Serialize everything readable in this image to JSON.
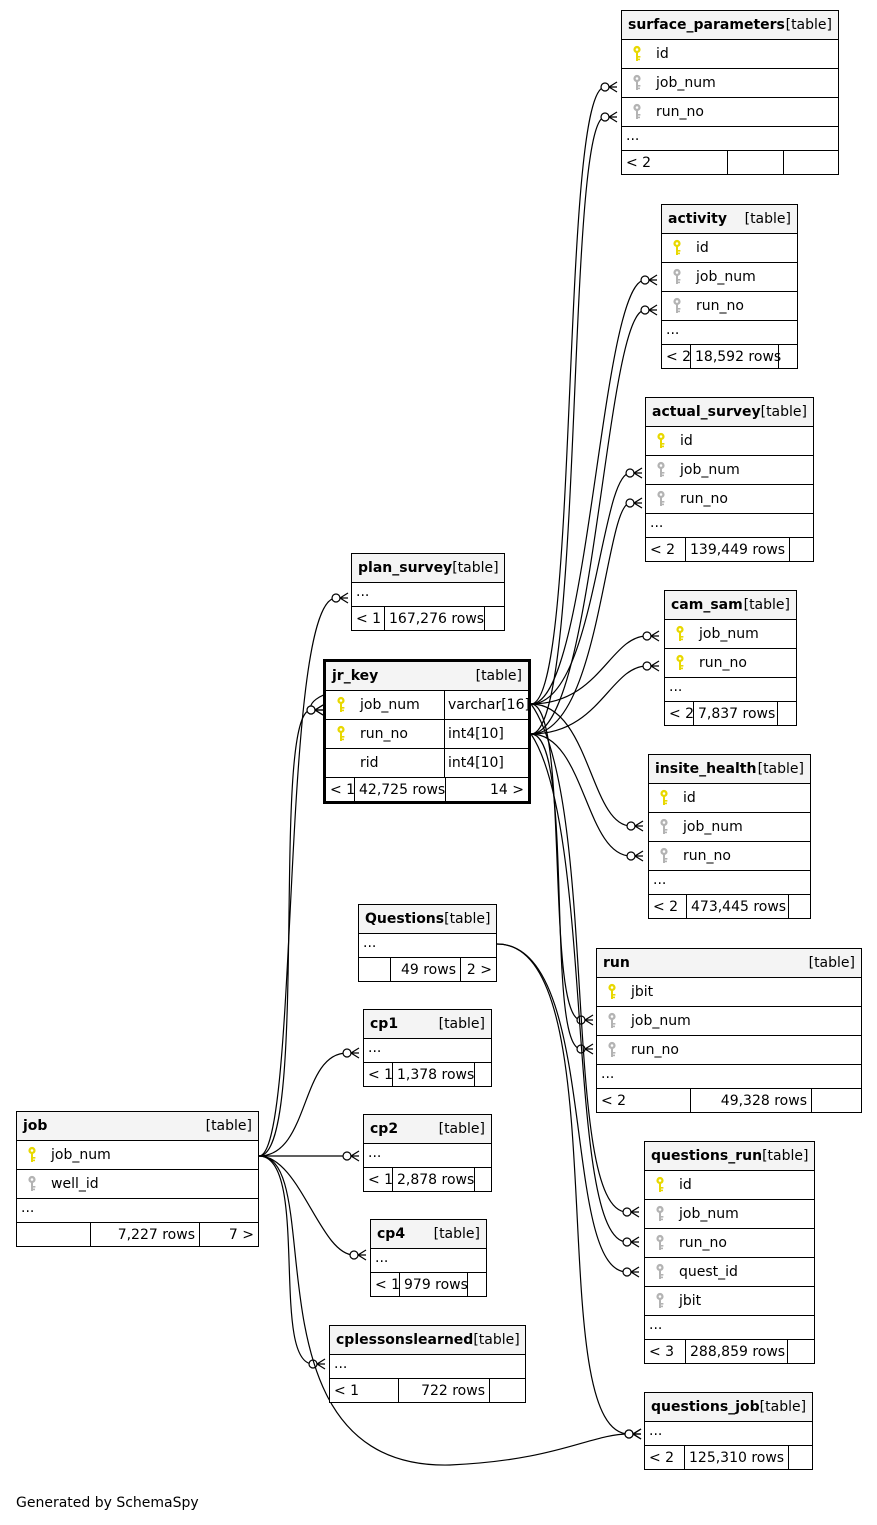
{
  "credit": "Generated by SchemaSpy",
  "colors": {
    "primary_key": "#e8d800",
    "foreign_key": "#b3b3b3"
  },
  "tables": {
    "surface_parameters": {
      "name": "surface_parameters",
      "kind": "[table]",
      "columns": [
        "id",
        "job_num",
        "run_no"
      ],
      "ellipsis": "...",
      "lt": "< 2",
      "rows": "",
      "gt": ""
    },
    "activity": {
      "name": "activity",
      "kind": "[table]",
      "columns": [
        "id",
        "job_num",
        "run_no"
      ],
      "ellipsis": "...",
      "lt": "< 2",
      "rows": "18,592 rows",
      "gt": ""
    },
    "actual_survey": {
      "name": "actual_survey",
      "kind": "[table]",
      "columns": [
        "id",
        "job_num",
        "run_no"
      ],
      "ellipsis": "...",
      "lt": "< 2",
      "rows": "139,449 rows",
      "gt": ""
    },
    "plan_survey": {
      "name": "plan_survey",
      "kind": "[table]",
      "ellipsis": "...",
      "lt": "< 1",
      "rows": "167,276 rows",
      "gt": ""
    },
    "cam_sam": {
      "name": "cam_sam",
      "kind": "[table]",
      "columns": [
        "job_num",
        "run_no"
      ],
      "ellipsis": "...",
      "lt": "< 2",
      "rows": "7,837 rows",
      "gt": ""
    },
    "jr_key": {
      "name": "jr_key",
      "kind": "[table]",
      "columns": [
        {
          "name": "job_num",
          "type": "varchar[16]"
        },
        {
          "name": "run_no",
          "type": "int4[10]"
        },
        {
          "name": "rid",
          "type": "int4[10]"
        }
      ],
      "lt": "< 1",
      "rows": "42,725 rows",
      "gt": "14 >"
    },
    "insite_health": {
      "name": "insite_health",
      "kind": "[table]",
      "columns": [
        "id",
        "job_num",
        "run_no"
      ],
      "ellipsis": "...",
      "lt": "< 2",
      "rows": "473,445 rows",
      "gt": ""
    },
    "Questions": {
      "name": "Questions",
      "kind": "[table]",
      "ellipsis": "...",
      "lt": "",
      "rows": "49 rows",
      "gt": "2 >"
    },
    "run": {
      "name": "run",
      "kind": "[table]",
      "columns": [
        "jbit",
        "job_num",
        "run_no"
      ],
      "ellipsis": "...",
      "lt": "< 2",
      "rows": "49,328 rows",
      "gt": ""
    },
    "cp1": {
      "name": "cp1",
      "kind": "[table]",
      "ellipsis": "...",
      "lt": "< 1",
      "rows": "1,378 rows",
      "gt": ""
    },
    "cp2": {
      "name": "cp2",
      "kind": "[table]",
      "ellipsis": "...",
      "lt": "< 1",
      "rows": "2,878 rows",
      "gt": ""
    },
    "cp4": {
      "name": "cp4",
      "kind": "[table]",
      "ellipsis": "...",
      "lt": "< 1",
      "rows": "979 rows",
      "gt": ""
    },
    "job": {
      "name": "job",
      "kind": "[table]",
      "columns": [
        "job_num",
        "well_id"
      ],
      "ellipsis": "...",
      "lt": "",
      "rows": "7,227 rows",
      "gt": "7 >"
    },
    "questions_run": {
      "name": "questions_run",
      "kind": "[table]",
      "columns": [
        "id",
        "job_num",
        "run_no",
        "quest_id",
        "jbit"
      ],
      "ellipsis": "...",
      "lt": "< 3",
      "rows": "288,859 rows",
      "gt": ""
    },
    "cplessonslearned": {
      "name": "cplessonslearned",
      "kind": "[table]",
      "ellipsis": "...",
      "lt": "< 1",
      "rows": "722 rows",
      "gt": ""
    },
    "questions_job": {
      "name": "questions_job",
      "kind": "[table]",
      "ellipsis": "...",
      "lt": "< 2",
      "rows": "125,310 rows",
      "gt": ""
    }
  }
}
